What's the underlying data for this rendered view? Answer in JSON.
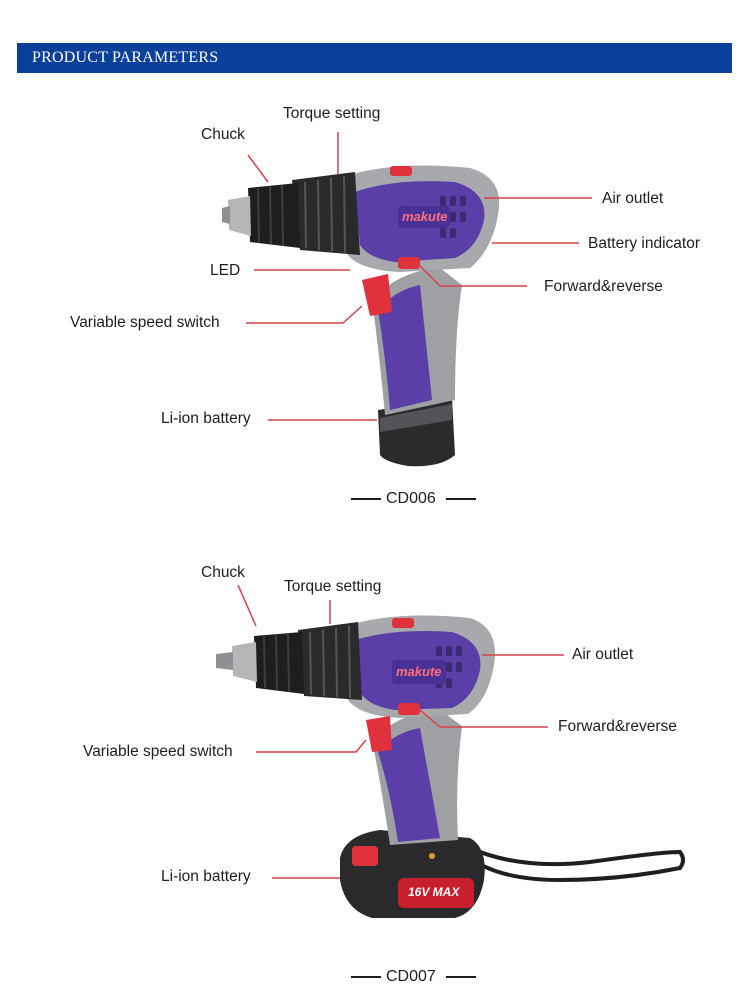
{
  "header": {
    "title": "PRODUCT PARAMETERS"
  },
  "product1": {
    "model": "CD006",
    "brand": "makute",
    "labels": {
      "chuck": "Chuck",
      "torque": "Torque setting",
      "led": "LED",
      "variable_speed": "Variable speed switch",
      "li_ion": "Li-ion battery",
      "air_outlet": "Air outlet",
      "battery_indicator": "Battery indicator",
      "forward_reverse": "Forward&reverse"
    }
  },
  "product2": {
    "model": "CD007",
    "brand": "makute",
    "battery_badge": "16V MAX",
    "labels": {
      "chuck": "Chuck",
      "torque": "Torque setting",
      "variable_speed": "Variable speed switch",
      "li_ion": "Li-ion battery",
      "air_outlet": "Air outlet",
      "forward_reverse": "Forward&reverse"
    }
  },
  "colors": {
    "banner": "#0b3f9c",
    "leader_line": "#d9414a",
    "drill_body": "#5b3fa8",
    "drill_grey": "#a7a9ac",
    "trigger": "#e0323d"
  }
}
